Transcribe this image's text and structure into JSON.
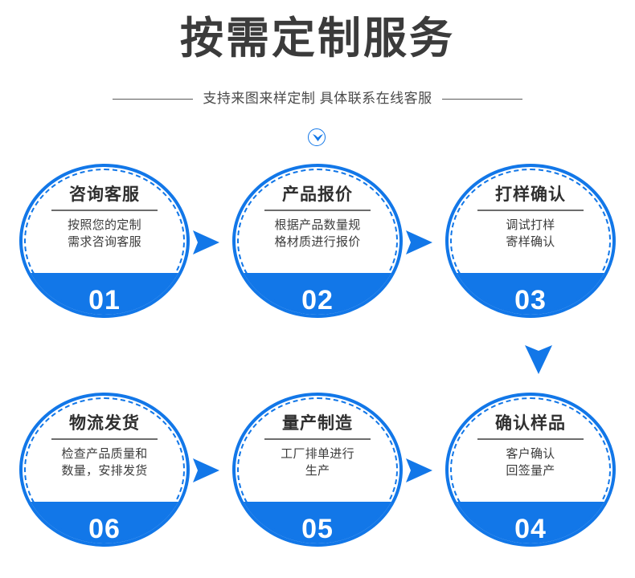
{
  "header": {
    "title": "按需定制服务",
    "subtitle": "支持来图来样定制 具体联系在线客服",
    "scroll_hint_icon": "chevron-down-icon"
  },
  "theme": {
    "accent": "#1277e8",
    "title_color": "#3b3b3b",
    "text_color": "#3c3c3c",
    "divider_color": "#6d6d6d",
    "background": "#ffffff"
  },
  "flow": {
    "connectors": [
      {
        "name": "arrow-01-to-02",
        "direction": "right"
      },
      {
        "name": "arrow-02-to-03",
        "direction": "right"
      },
      {
        "name": "arrow-03-to-04",
        "direction": "down"
      },
      {
        "name": "arrow-05-to-06",
        "direction": "right"
      },
      {
        "name": "arrow-04-to-05",
        "direction": "right"
      }
    ],
    "steps": [
      {
        "number": "01",
        "title": "咨询客服",
        "desc": "按照您的定制\n需求咨询客服"
      },
      {
        "number": "02",
        "title": "产品报价",
        "desc": "根据产品数量规\n格材质进行报价"
      },
      {
        "number": "03",
        "title": "打样确认",
        "desc": "调试打样\n寄样确认"
      },
      {
        "number": "06",
        "title": "物流发货",
        "desc": "检查产品质量和\n数量，安排发货"
      },
      {
        "number": "05",
        "title": "量产制造",
        "desc": "工厂排单进行\n生产"
      },
      {
        "number": "04",
        "title": "确认样品",
        "desc": "客户确认\n回签量产"
      }
    ]
  }
}
